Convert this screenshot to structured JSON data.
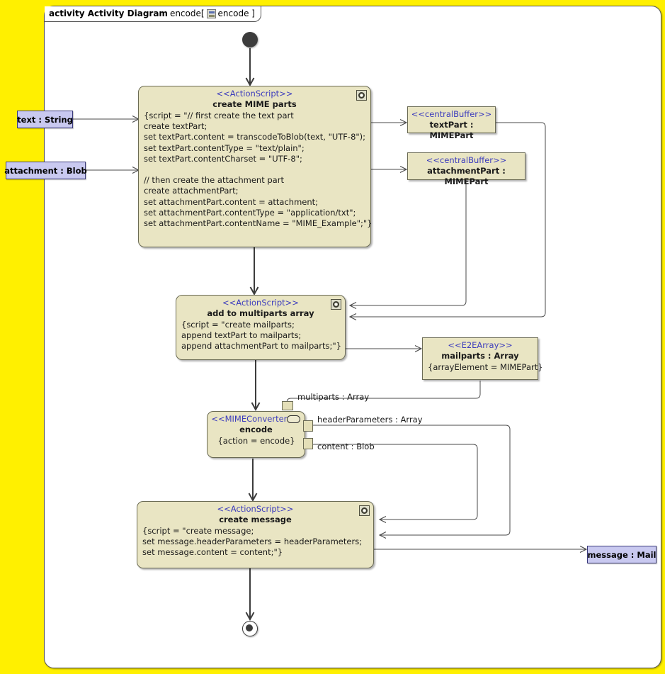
{
  "frame": {
    "keyword": "activity Activity Diagram",
    "name": "encode[",
    "icon": "diagram-icon",
    "inner_name": "encode ]"
  },
  "nodes": {
    "initial": {
      "name": "initial-node"
    },
    "final": {
      "name": "activity-final-node"
    },
    "create_mime_parts": {
      "stereotype": "<<ActionScript>>",
      "name": "create MIME parts",
      "body": "{script = \"// first create the text part\ncreate textPart;\nset textPart.content = transcodeToBlob(text, \"UTF-8\");\nset textPart.contentType = \"text/plain\";\nset textPart.contentCharset = \"UTF-8\";\n\n// then create the attachment part\ncreate attachmentPart;\nset attachmentPart.content = attachment;\nset attachmentPart.contentType = \"application/txt\";\nset attachmentPart.contentName = \"MIME_Example\";\"}"
    },
    "add_to_multiparts": {
      "stereotype": "<<ActionScript>>",
      "name": "add to multiparts array",
      "body": "{script = \"create mailparts;\nappend textPart to mailparts;\nappend attachmentPart to mailparts;\"}"
    },
    "encode": {
      "stereotype": "<<MIMEConverter>>",
      "name": "encode",
      "body": "{action = encode}"
    },
    "create_message": {
      "stereotype": "<<ActionScript>>",
      "name": "create message",
      "body": "{script = \"create message;\nset message.headerParameters = headerParameters;\nset message.content = content;\"}"
    },
    "text_part_buffer": {
      "stereotype": "<<centralBuffer>>",
      "name": "textPart : MIMEPart"
    },
    "attachment_part_buffer": {
      "stereotype": "<<centralBuffer>>",
      "name": "attachmentPart : MIMEPart"
    },
    "mailparts_array": {
      "stereotype": "<<E2EArray>>",
      "name": "mailparts : Array",
      "body": "{arrayElement = MIMEPart}"
    }
  },
  "parameters": {
    "text_input": "text : String",
    "attachment_input": "attachment : Blob",
    "message_output": "message : Mail"
  },
  "pin_labels": {
    "multiparts": "multiparts : Array",
    "header_parameters": "headerParameters : Array",
    "content": "content : Blob"
  },
  "colors": {
    "canvas": "#FFF000",
    "frame": "#FFFFFF",
    "node_fill": "#E9E5C3",
    "node_border": "#6B6B55",
    "stereotype_text": "#3B3BBD",
    "param_fill": "#C9C9F0",
    "param_border": "#3A3A7A",
    "edge": "#3C3C3C"
  }
}
